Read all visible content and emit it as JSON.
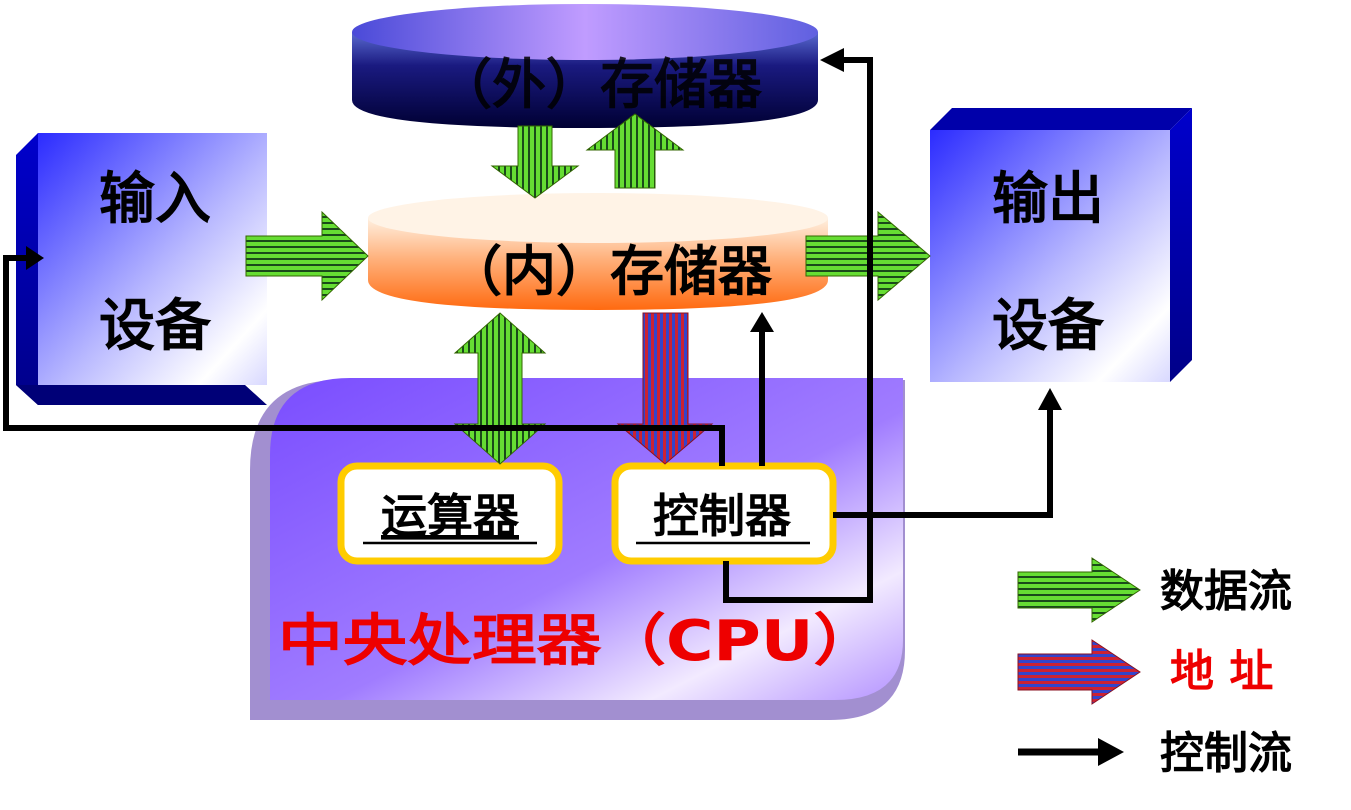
{
  "nodes": {
    "external_storage": "（外）存储器",
    "internal_storage": "（内）存储器",
    "input_device": [
      "输入",
      "设备"
    ],
    "output_device": [
      "输出",
      "设备"
    ],
    "alu": "运算器",
    "controller": "控制器",
    "cpu": "中央处理器（CPU）"
  },
  "legend": {
    "data_flow": "数据流",
    "address": "地 址",
    "control_flow": "控制流"
  },
  "colors": {
    "data_arrow": "#66dd33",
    "data_stripe": "#1a4a1a",
    "address_arrow": "#cc2233",
    "address_stripe": "#3344cc",
    "control_line": "#000000",
    "cpu_fill": "#9966ff",
    "device_fill": "#1a1aff",
    "external_storage_fill": "#1a1a80",
    "internal_storage_fill": "#ff8833",
    "unit_border": "#ffcc00",
    "cpu_label": "#ee0000",
    "address_label": "#ee0000"
  }
}
